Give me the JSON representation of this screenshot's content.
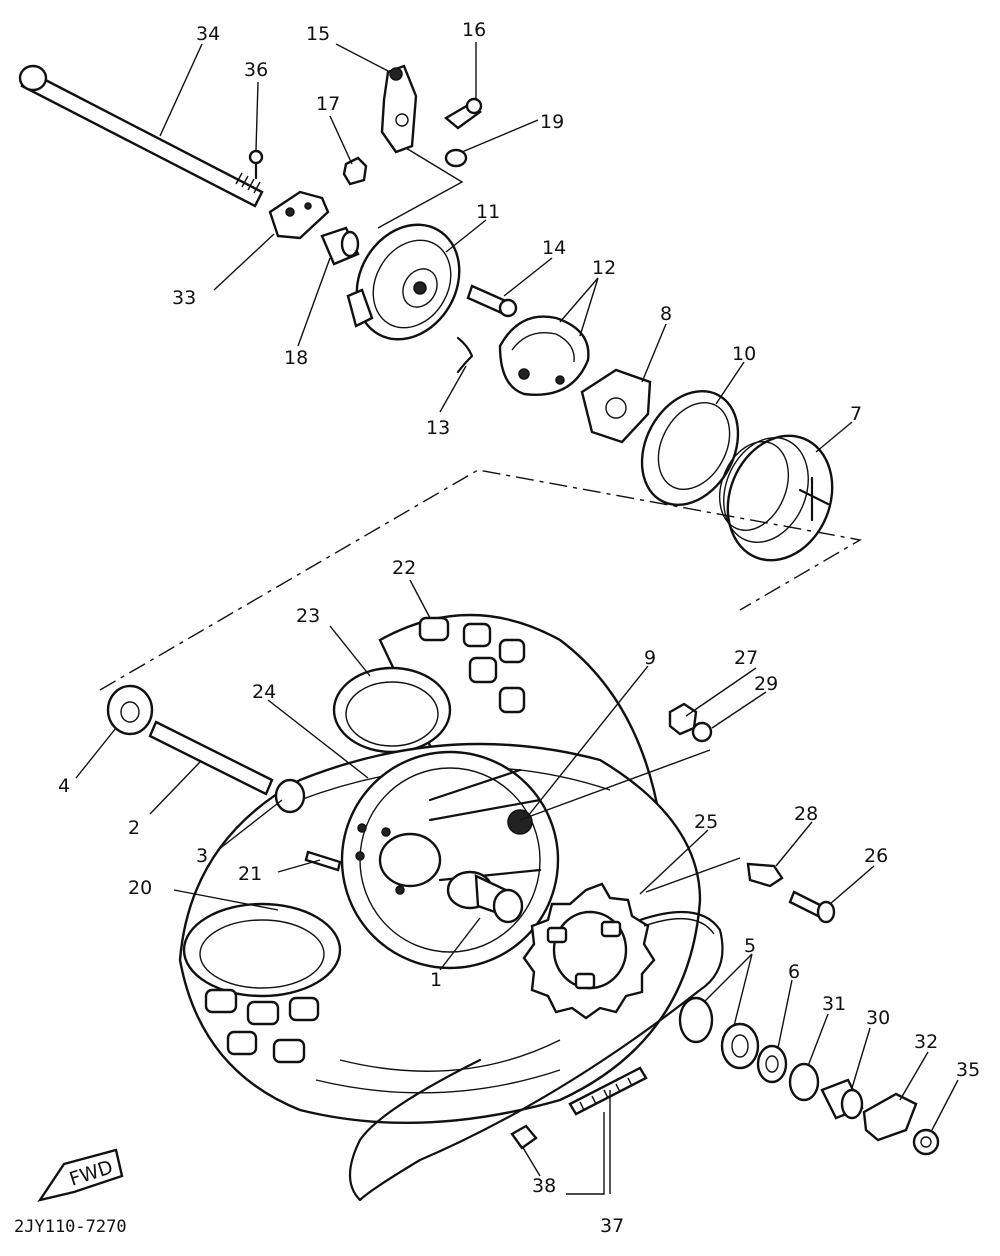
{
  "diagram_code": "2JY110-7270",
  "fwd_text": "FWD",
  "callouts": {
    "c1": "1",
    "c2": "2",
    "c3": "3",
    "c4": "4",
    "c5": "5",
    "c6": "6",
    "c7": "7",
    "c8": "8",
    "c9": "9",
    "c10": "10",
    "c11": "11",
    "c12": "12",
    "c13": "13",
    "c14": "14",
    "c15": "15",
    "c16": "16",
    "c17": "17",
    "c18": "18",
    "c19": "19",
    "c20": "20",
    "c21": "21",
    "c22": "22",
    "c23": "23",
    "c24": "24",
    "c25": "25",
    "c26": "26",
    "c27": "27",
    "c28": "28",
    "c29": "29",
    "c30": "30",
    "c31": "31",
    "c32": "32",
    "c33": "33",
    "c34": "34",
    "c35": "35",
    "c36": "36",
    "c37": "37",
    "c38": "38"
  }
}
